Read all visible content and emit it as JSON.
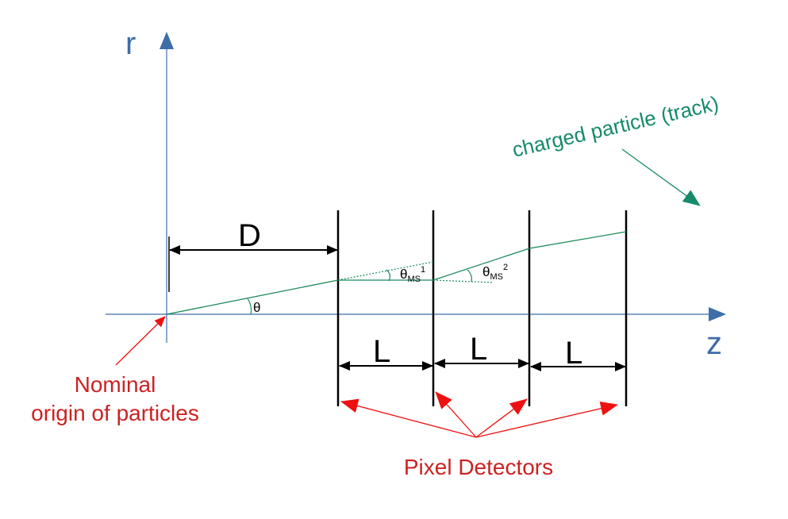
{
  "axes": {
    "r_label": "r",
    "z_label": "z"
  },
  "dimensions": {
    "D_label": "D",
    "L_labels": [
      "L",
      "L",
      "L"
    ]
  },
  "angles": {
    "theta": "θ",
    "theta_ms1": {
      "base": "θ",
      "sub": "MS",
      "sup": "1"
    },
    "theta_ms2": {
      "base": "θ",
      "sub": "MS",
      "sup": "2"
    }
  },
  "annotations": {
    "track": "charged particle (track)",
    "origin_line1": "Nominal",
    "origin_line2": "origin of particles",
    "detectors": "Pixel Detectors"
  },
  "colors": {
    "axis": "#3e6ea8",
    "track": "#1a8a5a",
    "track_label": "#168a6a",
    "annotation_red": "#cc2222",
    "arrow_red": "#ee1111",
    "black": "#000000"
  }
}
